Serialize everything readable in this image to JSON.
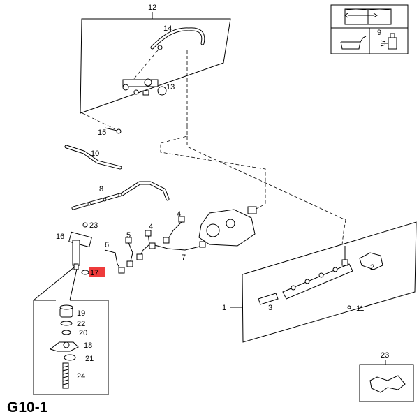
{
  "diagram": {
    "code": "G10-1",
    "labels": [
      "12",
      "14",
      "13",
      "15",
      "10",
      "8",
      "23",
      "16",
      "6",
      "5",
      "4",
      "4",
      "7",
      "17",
      "19",
      "22",
      "20",
      "18",
      "21",
      "24",
      "1",
      "2",
      "3",
      "11",
      "23",
      "9"
    ],
    "highlighted_label": "17",
    "colors": {
      "highlight": "#ee3b3b",
      "ink": "#000000"
    },
    "icons": [
      "manual-book-icon",
      "wrench-icon",
      "oil-can-icon",
      "spray-bottle-icon"
    ]
  }
}
